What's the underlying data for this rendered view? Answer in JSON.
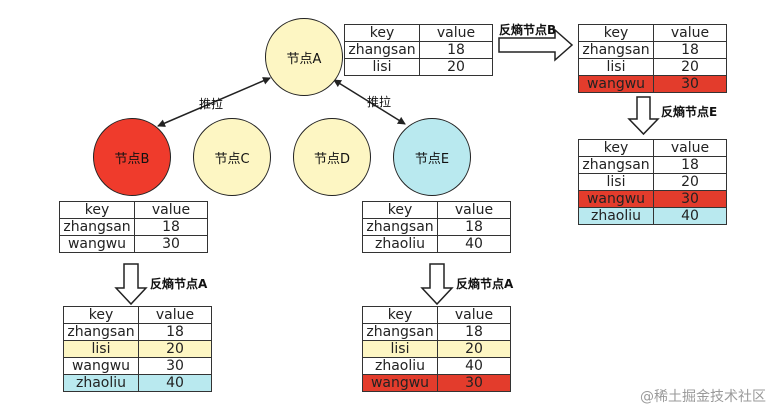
{
  "nodes": {
    "a": "节点A",
    "b": "节点B",
    "c": "节点C",
    "d": "节点D",
    "e": "节点E"
  },
  "edge_labels": {
    "ab": "推拉",
    "ae": "推拉"
  },
  "arrows": {
    "to_b": "反熵节点B",
    "to_e": "反熵节点E",
    "b_down": "反熵节点A",
    "e_down": "反熵节点A"
  },
  "headers": {
    "key": "key",
    "value": "value"
  },
  "tables": {
    "a": [
      {
        "key": "zhangsan",
        "value": "18"
      },
      {
        "key": "lisi",
        "value": "20"
      }
    ],
    "a_after_b": [
      {
        "key": "zhangsan",
        "value": "18"
      },
      {
        "key": "lisi",
        "value": "20"
      },
      {
        "key": "wangwu",
        "value": "30",
        "highlight": "red"
      }
    ],
    "a_after_e": [
      {
        "key": "zhangsan",
        "value": "18"
      },
      {
        "key": "lisi",
        "value": "20"
      },
      {
        "key": "wangwu",
        "value": "30",
        "highlight": "red"
      },
      {
        "key": "zhaoliu",
        "value": "40",
        "highlight": "cyan"
      }
    ],
    "b": [
      {
        "key": "zhangsan",
        "value": "18"
      },
      {
        "key": "wangwu",
        "value": "30"
      }
    ],
    "b_after": [
      {
        "key": "zhangsan",
        "value": "18"
      },
      {
        "key": "lisi",
        "value": "20",
        "highlight": "yellow"
      },
      {
        "key": "wangwu",
        "value": "30"
      },
      {
        "key": "zhaoliu",
        "value": "40",
        "highlight": "cyan"
      }
    ],
    "e": [
      {
        "key": "zhangsan",
        "value": "18"
      },
      {
        "key": "zhaoliu",
        "value": "40"
      }
    ],
    "e_after": [
      {
        "key": "zhangsan",
        "value": "18"
      },
      {
        "key": "lisi",
        "value": "20",
        "highlight": "yellow"
      },
      {
        "key": "zhaoliu",
        "value": "40"
      },
      {
        "key": "wangwu",
        "value": "30",
        "highlight": "red"
      }
    ]
  },
  "watermark": "@稀土掘金技术社区",
  "colors": {
    "yellow": "#fdf6c3",
    "red": "#ef3b2c",
    "cyan": "#b9e9ef"
  }
}
